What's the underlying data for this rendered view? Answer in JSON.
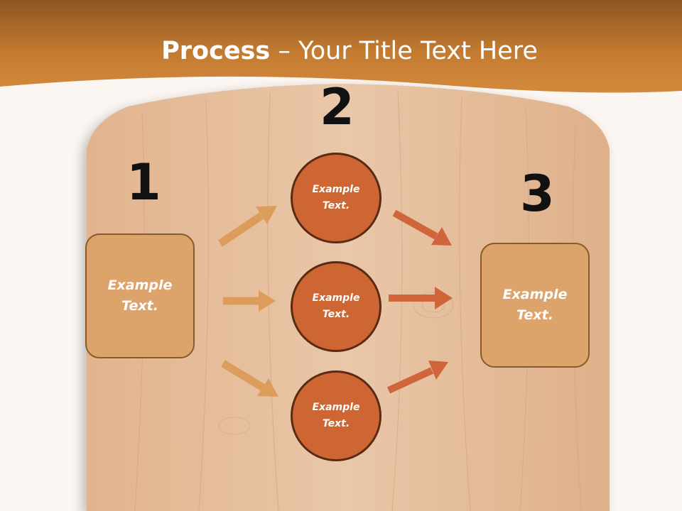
{
  "slide": {
    "title_bold": "Process",
    "title_rest": " – Your Title Text Here"
  },
  "steps": {
    "left_number": "1",
    "middle_number": "2",
    "right_number": "3"
  },
  "nodes": {
    "left_box": "Example Text.",
    "circle_top": "Example Text.",
    "circle_middle": "Example Text.",
    "circle_bottom": "Example Text.",
    "right_box": "Example Text."
  },
  "colors": {
    "banner": "#c98434",
    "board": "#e6bf9c",
    "box_fill": "#dca36a",
    "circle_fill": "#cd6632",
    "arrow_light": "#dc9c5c",
    "arrow_dark": "#d0643a"
  }
}
